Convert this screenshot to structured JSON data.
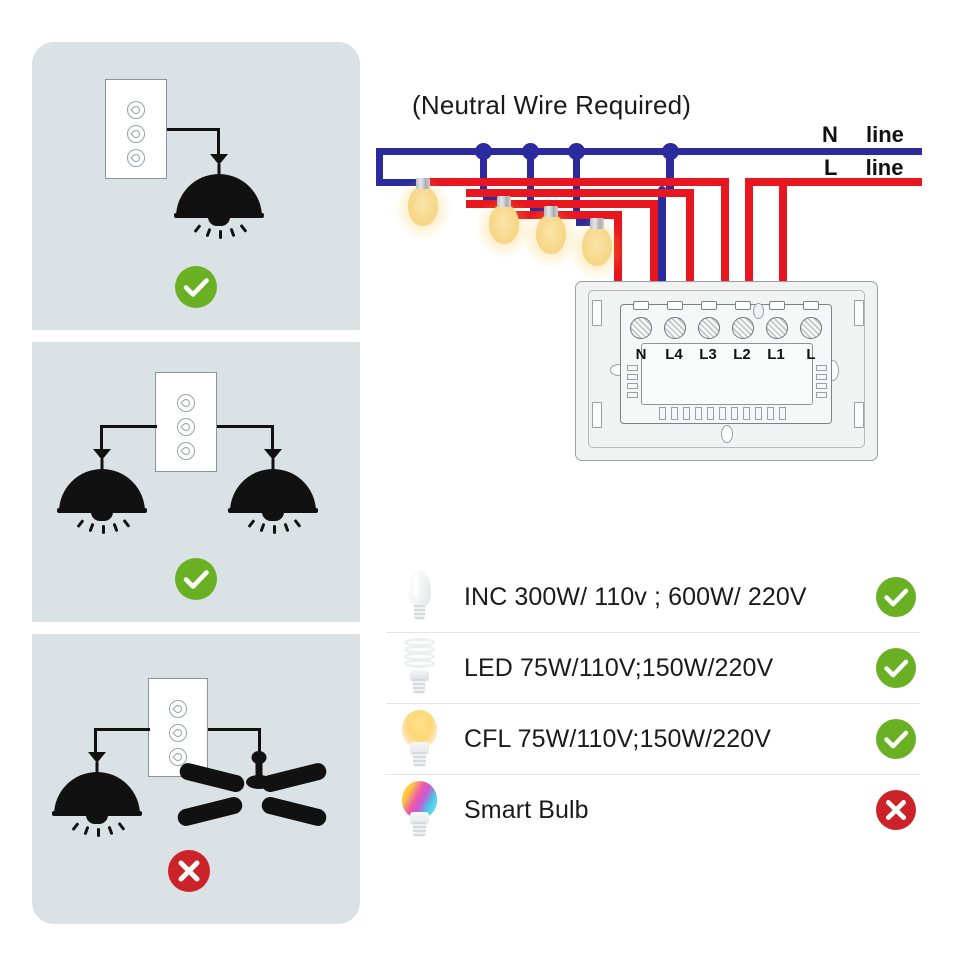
{
  "diagram": {
    "neutral_note": "(Neutral Wire Required)",
    "line_labels": {
      "neutral_letter": "N",
      "neutral_word": "line",
      "live_letter": "L",
      "live_word": "line"
    },
    "terminals": [
      "N",
      "L4",
      "L3",
      "L2",
      "L1",
      "L"
    ],
    "colors": {
      "neutral_wire": "#2b2b9e",
      "live_wire": "#e8161f",
      "panel_bg": "#dbe2e5",
      "ok_green": "#6ab023",
      "bad_red": "#cc2229"
    }
  },
  "panels": [
    {
      "name": "one-light",
      "switch": "3-button smart switch",
      "loads": [
        "ceiling-light"
      ],
      "status": "ok"
    },
    {
      "name": "two-lights",
      "switch": "3-button smart switch",
      "loads": [
        "ceiling-light",
        "ceiling-light"
      ],
      "status": "ok"
    },
    {
      "name": "light-and-fan",
      "switch": "3-button smart switch",
      "loads": [
        "ceiling-light",
        "ceiling-fan"
      ],
      "status": "bad"
    }
  ],
  "compatibility": {
    "rows": [
      {
        "icon": "candle-bulb",
        "label": "INC 300W/ 110v ; 600W/ 220V",
        "status": "ok"
      },
      {
        "icon": "spiral-cfl-bulb",
        "label": "LED 75W/110V;150W/220V",
        "status": "ok"
      },
      {
        "icon": "warm-a-bulb",
        "label": "CFL 75W/110V;150W/220V",
        "status": "ok"
      },
      {
        "icon": "smart-rgb-bulb",
        "label": "Smart Bulb",
        "status": "bad"
      }
    ]
  }
}
